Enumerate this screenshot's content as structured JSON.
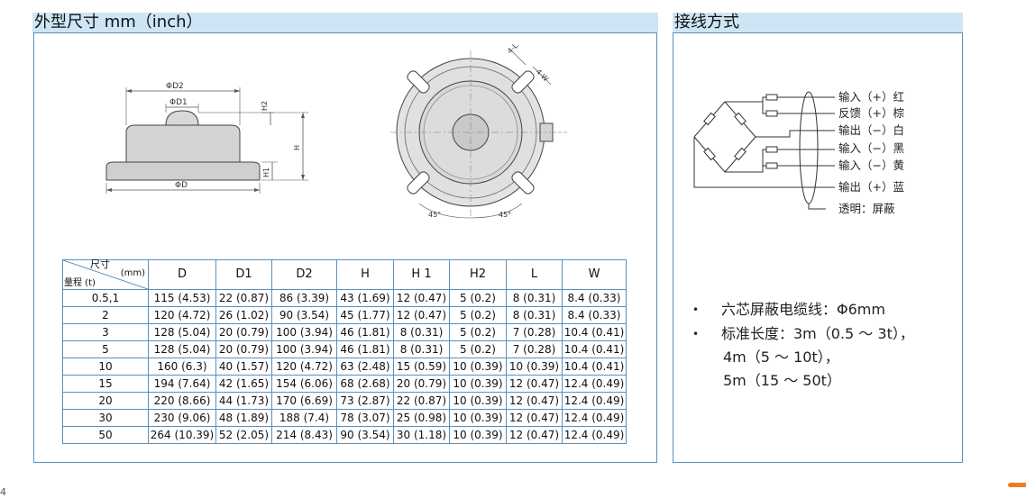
{
  "dimensions_section": {
    "title": "外型尺寸 mm（inch）",
    "side_view": {
      "d2": "ΦD2",
      "d1": "ΦD1",
      "d": "ΦD",
      "h2": "H2",
      "h": "H",
      "h1": "H1"
    },
    "top_view": {
      "l": "4-L",
      "w": "4-W",
      "angle_left": "45°",
      "angle_right": "45°"
    },
    "table": {
      "corner_top": "尺寸",
      "corner_unit": "(mm)",
      "corner_range": "量程 (t)",
      "columns": [
        "D",
        "D1",
        "D2",
        "H",
        "H 1",
        "H2",
        "L",
        "W"
      ],
      "rows": [
        [
          "0.5,1",
          "115 (4.53)",
          "22 (0.87)",
          "86 (3.39)",
          "43 (1.69)",
          "12 (0.47)",
          "5 (0.2)",
          "8 (0.31)",
          "8.4 (0.33)"
        ],
        [
          "2",
          "120 (4.72)",
          "26 (1.02)",
          "90 (3.54)",
          "45 (1.77)",
          "12 (0.47)",
          "5 (0.2)",
          "8 (0.31)",
          "8.4 (0.33)"
        ],
        [
          "3",
          "128 (5.04)",
          "20 (0.79)",
          "100 (3.94)",
          "46 (1.81)",
          "8 (0.31)",
          "5 (0.2)",
          "7 (0.28)",
          "10.4 (0.41)"
        ],
        [
          "5",
          "128 (5.04)",
          "20 (0.79)",
          "100 (3.94)",
          "46 (1.81)",
          "8 (0.31)",
          "5 (0.2)",
          "7 (0.28)",
          "10.4 (0.41)"
        ],
        [
          "10",
          "160 (6.3)",
          "40 (1.57)",
          "120 (4.72)",
          "63 (2.48)",
          "15 (0.59)",
          "10 (0.39)",
          "10 (0.39)",
          "10.4 (0.41)"
        ],
        [
          "15",
          "194 (7.64)",
          "42 (1.65)",
          "154 (6.06)",
          "68 (2.68)",
          "20 (0.79)",
          "10 (0.39)",
          "12 (0.47)",
          "12.4 (0.49)"
        ],
        [
          "20",
          "220 (8.66)",
          "44 (1.73)",
          "170 (6.69)",
          "73 (2.87)",
          "22 (0.87)",
          "10 (0.39)",
          "12 (0.47)",
          "12.4 (0.49)"
        ],
        [
          "30",
          "230 (9.06)",
          "48 (1.89)",
          "188 (7.4)",
          "78 (3.07)",
          "25 (0.98)",
          "10 (0.39)",
          "12 (0.47)",
          "12.4 (0.49)"
        ],
        [
          "50",
          "264 (10.39)",
          "52 (2.05)",
          "214 (8.43)",
          "90 (3.54)",
          "30 (1.18)",
          "10 (0.39)",
          "12 (0.47)",
          "12.4 (0.49)"
        ]
      ]
    }
  },
  "wiring_section": {
    "title": "接线方式",
    "wires": [
      "输入（+）红",
      "反馈（+）棕",
      "输出（−）白",
      "输入（−）黑",
      "输入（−）黄",
      "输出（+）蓝",
      "透明：屏蔽"
    ],
    "specs": {
      "line1": "六芯屏蔽电缆线：Φ6mm",
      "line2": "标准长度：3m（0.5 ～ 3t），",
      "line3": "4m（5 ～ 10t），",
      "line4": "5m（15 ～ 50t）"
    },
    "bullet": "•"
  },
  "page_number": "4",
  "colors": {
    "header_bg": "#cde5f5",
    "border": "#5a8fba",
    "accent": "#f07c22"
  }
}
